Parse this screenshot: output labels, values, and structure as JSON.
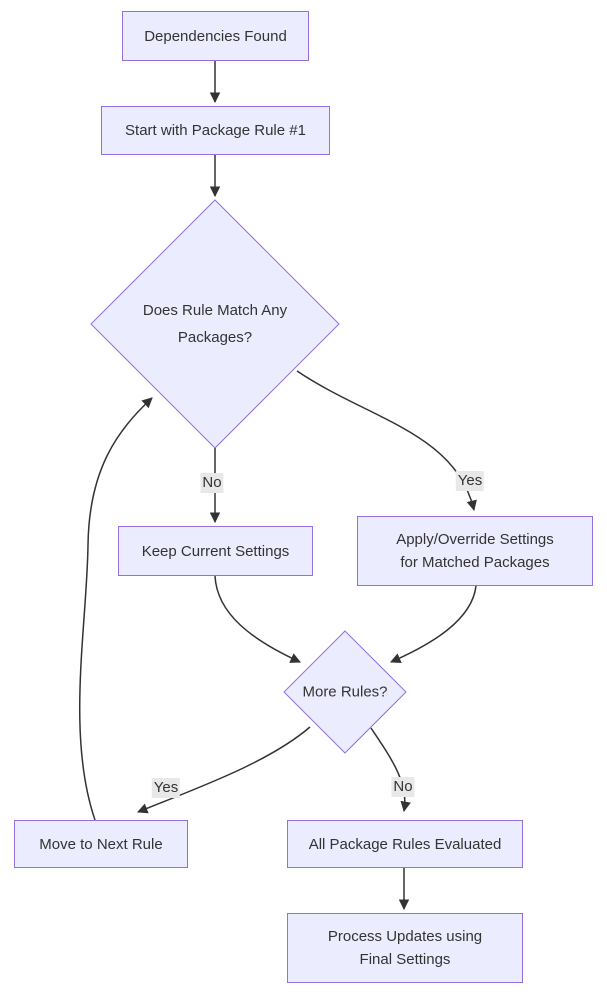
{
  "diagram": {
    "type": "flowchart",
    "direction": "top-down",
    "colors": {
      "background": "#ffffff",
      "node_fill": "#ECECFF",
      "node_border": "#9370DB",
      "edge_color": "#333333",
      "edge_label_bg": "#e8e8e8",
      "text_color": "#333333"
    },
    "nodes": {
      "dependencies": {
        "shape": "rect",
        "label": "Dependencies Found"
      },
      "start_rule": {
        "shape": "rect",
        "label": "Start with Package Rule #1"
      },
      "match_decision": {
        "shape": "diamond",
        "line1": "Does Rule Match Any",
        "line2": "Packages?"
      },
      "keep_settings": {
        "shape": "rect",
        "label": "Keep Current Settings"
      },
      "apply_settings": {
        "shape": "rect",
        "line1": "Apply/Override Settings",
        "line2": "for Matched Packages"
      },
      "more_rules": {
        "shape": "diamond",
        "label": "More Rules?"
      },
      "move_next": {
        "shape": "rect",
        "label": "Move to Next Rule"
      },
      "all_evaluated": {
        "shape": "rect",
        "label": "All Package Rules Evaluated"
      },
      "process_updates": {
        "shape": "rect",
        "line1": "Process Updates using",
        "line2": "Final Settings"
      }
    },
    "edge_labels": {
      "match_no": "No",
      "match_yes": "Yes",
      "more_yes": "Yes",
      "more_no": "No"
    },
    "edges": [
      {
        "from": "dependencies",
        "to": "start_rule",
        "label": ""
      },
      {
        "from": "start_rule",
        "to": "match_decision",
        "label": ""
      },
      {
        "from": "match_decision",
        "to": "keep_settings",
        "label": "No"
      },
      {
        "from": "match_decision",
        "to": "apply_settings",
        "label": "Yes"
      },
      {
        "from": "keep_settings",
        "to": "more_rules",
        "label": ""
      },
      {
        "from": "apply_settings",
        "to": "more_rules",
        "label": ""
      },
      {
        "from": "more_rules",
        "to": "move_next",
        "label": "Yes"
      },
      {
        "from": "more_rules",
        "to": "all_evaluated",
        "label": "No"
      },
      {
        "from": "move_next",
        "to": "match_decision",
        "label": ""
      },
      {
        "from": "all_evaluated",
        "to": "process_updates",
        "label": ""
      }
    ]
  }
}
